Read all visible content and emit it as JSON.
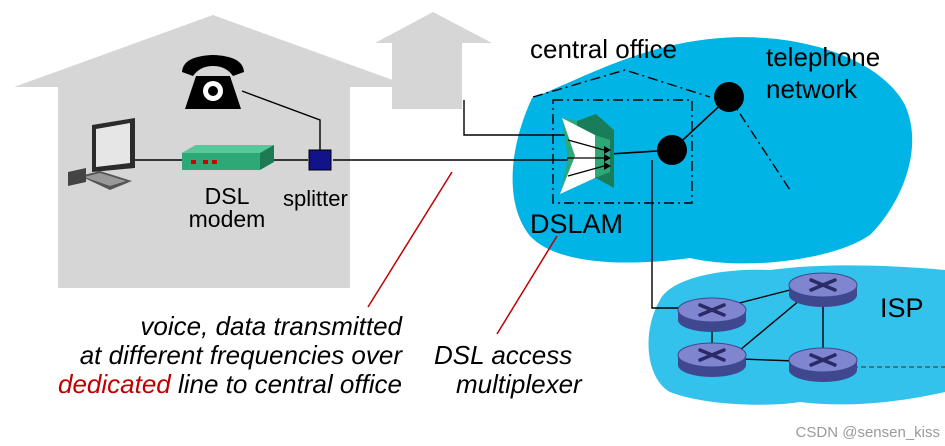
{
  "labels": {
    "central_office": "central office",
    "telephone_line1": "telephone",
    "telephone_line2": "network",
    "dsl_modem_line1": "DSL",
    "dsl_modem_line2": "modem",
    "splitter": "splitter",
    "dslam": "DSLAM",
    "isp": "ISP"
  },
  "captions": {
    "voice_line1": "voice, data transmitted",
    "voice_line2": "at different frequencies over",
    "voice_line3_highlight": "dedicated",
    "voice_line3_rest": " line to central office",
    "dsl_line1": "DSL access",
    "dsl_line2": "multiplexer"
  },
  "watermark": "CSDN @sensen_kiss",
  "colors": {
    "house": "#d6d6d6",
    "cloud": "#00b5e6",
    "isp_cloud": "#33c2ec",
    "modem": "#2fa877",
    "splitter": "#12128a",
    "router": "#7f86cf",
    "highlight": "#c00000",
    "pointer": "#c00000"
  },
  "icons": [
    "telephone-icon",
    "computer-icon",
    "dsl-modem-icon",
    "splitter-icon",
    "dslam-icon",
    "switch-icon",
    "router-icon"
  ]
}
